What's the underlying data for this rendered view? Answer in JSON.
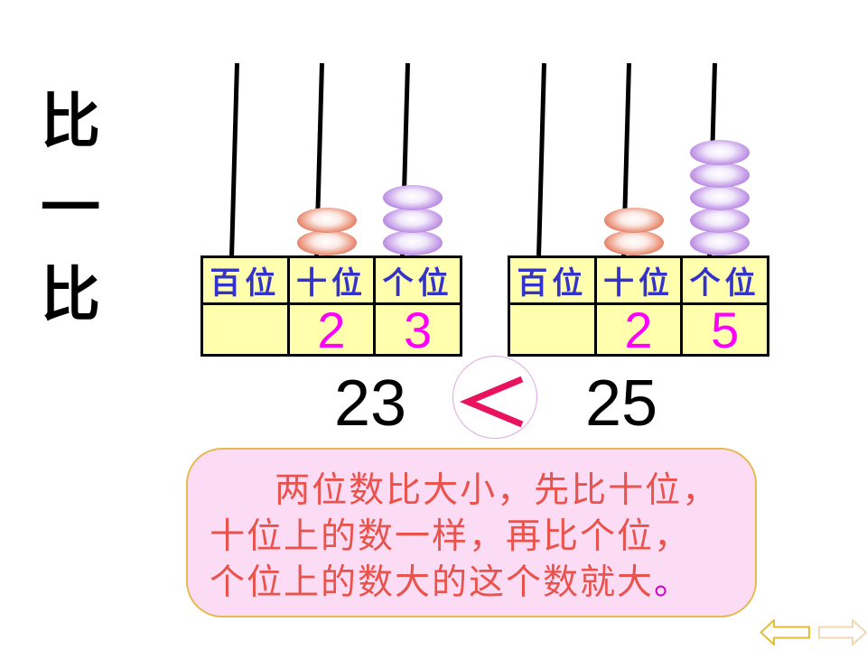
{
  "slide_title": {
    "chars": [
      "比",
      "一",
      "比"
    ]
  },
  "abacus": {
    "left": {
      "columns": [
        {
          "beads": 0,
          "color": "none"
        },
        {
          "beads": 2,
          "color": "red"
        },
        {
          "beads": 3,
          "color": "purple"
        }
      ]
    },
    "right": {
      "columns": [
        {
          "beads": 0,
          "color": "none"
        },
        {
          "beads": 2,
          "color": "red"
        },
        {
          "beads": 5,
          "color": "purple"
        }
      ]
    }
  },
  "place_value_tables": {
    "headers": [
      "百位",
      "十位",
      "个位"
    ],
    "left": {
      "values": [
        "",
        "2",
        "3"
      ]
    },
    "right": {
      "values": [
        "",
        "2",
        "5"
      ]
    }
  },
  "comparison": {
    "left_number": "23",
    "operator": "<",
    "right_number": "25"
  },
  "note_box": {
    "lines": [
      "两位数比大小，先比十位，",
      "十位上的数一样，再比个位，",
      "个位上的数大的这个数就大"
    ],
    "period": "。"
  },
  "nav": {
    "back_icon": "left-arrow",
    "forward_icon": "right-arrow"
  },
  "colors": {
    "table_bg": "#FFFFAD",
    "table_header_text": "#3333CC",
    "table_value_text": "#FF00FF",
    "operator_stroke": "#E8125F",
    "circle_border": "#DDA8DD",
    "note_bg": "#FBDCF4",
    "note_border": "#E8B94E",
    "note_text": "#E9534C",
    "note_period": "#CC00CC",
    "bead_red_rim": "#C23A22",
    "bead_purple_rim": "#9040C4",
    "back_arrow_outline": "#E3BC38",
    "forward_arrow_outline": "#F0D8B4"
  }
}
